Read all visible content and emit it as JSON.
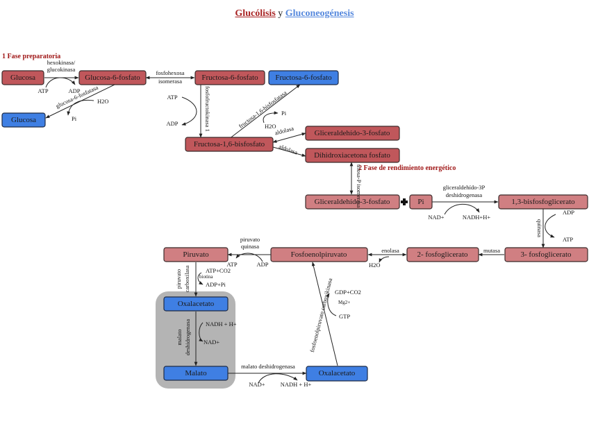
{
  "title": {
    "part1": "Glucólisis",
    "conj": " y ",
    "part2": "Gluconeogénesis"
  },
  "phases": {
    "phase1": "1 Fase preparatoria",
    "phase2": "2 Fase de rendimiento energético"
  },
  "colors": {
    "glycolysis_box": "#c0575b",
    "yield_box": "#d07f82",
    "gluconeogenesis_box": "#3f7fe3",
    "title_glycolysis": "#a82222",
    "title_gluconeogenesis": "#5588dd",
    "phase_label": "#a01818",
    "mitochondria_bg": "#b4b4b4"
  },
  "nodes": {
    "glucosa": "Glucosa",
    "glucosa6p": "Glucosa-6-fosfato",
    "fructosa6p": "Fructosa-6-fosfato",
    "fructosa6p_gng": "Fructosa-6-fosfato",
    "glucosa_gng": "Glucosa",
    "fructosa16bp": "Fructosa-1,6-bisfosfato",
    "gliceraldehido3p_top": "Gliceraldehído-3-fosfato",
    "dhap": "Dihidroxiacetona fosfato",
    "gliceraldehido3p": "Gliceraldehído-3-fosfato",
    "pi": "Pi",
    "bpg13": "1,3-bisfosfoglicerato",
    "pg3": "3- fosfoglicerato",
    "pg2": "2- fosfoglicerato",
    "pep": "Fosfoenolpiruvato",
    "piruvato": "Piruvato",
    "oxalacetato_mito": "Oxalacetato",
    "malato": "Malato",
    "oxalacetato": "Oxalacetato"
  },
  "enzymes": {
    "hexoquinasa_1": "hexokinasa/",
    "hexoquinasa_2": "glucokinasa",
    "g6pasa": "glucosa-6-fosfatasa",
    "pgi_1": "fosfohexosa",
    "pgi_2": "isomerasa",
    "pfk": "fosfofructokinasa 1",
    "fbpasa": "fructosa-1,6-bisfosfatasa",
    "aldolasa1": "aldolasa",
    "aldolasa2": "aldolasa",
    "tpi": "triosa-P isomerasa",
    "gapdh_1": "gliceraldehído-3P",
    "gapdh_2": "deshidrogenasa",
    "pgk": "quinasa",
    "mutasa": "mutasa",
    "enolasa": "enolasa",
    "pk_1": "piruvato",
    "pk_2": "quinasa",
    "pc_1": "piruvato",
    "pc_2": "carboxilasa",
    "biotina": "biotina",
    "mdh_mito_1": "malato",
    "mdh_mito_2": "deshidrogenasa",
    "mdh_cyto": "malato deshidrogenasa",
    "pepck": "fosfoenolpiruvato carboxikinasa"
  },
  "cofactors": {
    "atp1": "ATP",
    "adp1": "ADP",
    "h2o_g6p": "H2O",
    "pi_g6p": "Pi",
    "atp_pfk": "ATP",
    "adp_pfk": "ADP",
    "pi_fbp": "Pi",
    "h2o_fbp": "H2O",
    "nad_gapdh": "NAD+",
    "nadh_gapdh": "NADH+H+",
    "adp_pgk": "ADP",
    "atp_pgk": "ATP",
    "h2o_enolasa": "H2O",
    "atp_pk": "ATP",
    "adp_pk": "ADP",
    "atp_co2_pc": "ATP+CO2",
    "adp_pi_pc": "ADP+Pi",
    "nadh_mdh": "NADH + H+",
    "nad_mdh": "NAD+",
    "nad_mdh2": "NAD+",
    "nadh_mdh2": "NADH + H+",
    "gdp_co2": "GDP+CO2",
    "mg": "Mg2+",
    "gtp": "GTP"
  }
}
